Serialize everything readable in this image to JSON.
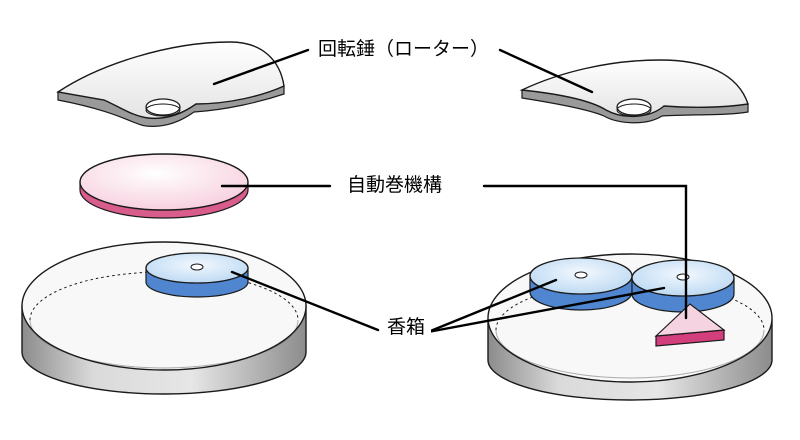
{
  "labels": {
    "rotor": "回転錘（ローター）",
    "self_winding": "自動巻機構",
    "barrel": "香箱"
  },
  "colors": {
    "outline": "#1a1a1a",
    "rotor_face": "#f2f2f2",
    "rotor_edge": "#8f8f8f",
    "disc_face": "#fbe3ec",
    "disc_edge": "#c9517f",
    "barrel_face": "#dcecf9",
    "barrel_edge": "#4f80c6",
    "case_face": "#f7f7f7",
    "case_wall": "#b5b5b5",
    "wedge_face": "#f5cddd",
    "wedge_edge": "#cf4f86"
  }
}
